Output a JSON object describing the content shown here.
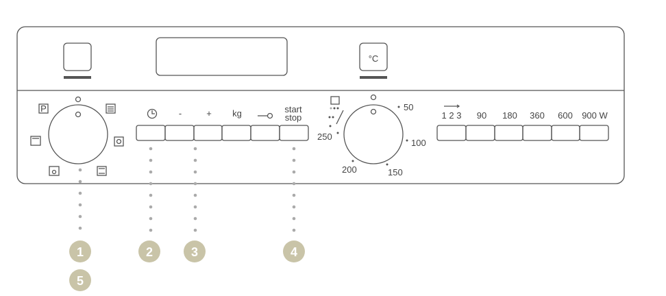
{
  "buttons_left": [
    "clock",
    "-",
    "+",
    "kg",
    "key-lock",
    "start stop"
  ],
  "labels": {
    "minus": "-",
    "plus": "+",
    "kg": "kg",
    "start": "start",
    "stop": "stop",
    "p_mode": "P",
    "celsius": "°C"
  },
  "temperature_knob": {
    "ticks": [
      "50",
      "100",
      "150",
      "200",
      "250"
    ]
  },
  "power_buttons": [
    "1 2 3",
    "90",
    "180",
    "360",
    "600",
    "900 W"
  ],
  "callouts": [
    "1",
    "2",
    "3",
    "4",
    "5"
  ],
  "colors": {
    "line": "#555555",
    "badge": "#c9c4a8",
    "dots": "#aaaaaa"
  }
}
